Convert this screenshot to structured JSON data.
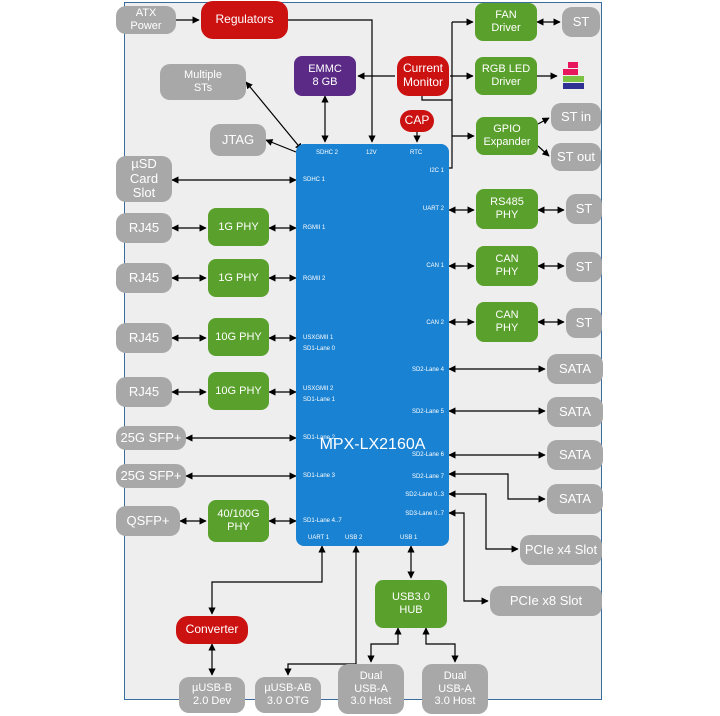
{
  "soc": {
    "name": "MPX-LX2160A",
    "pins_top": [
      "SDHC 2",
      "12V",
      "RTC"
    ],
    "pins_left": [
      "SDHC 1",
      "RGMII 1",
      "RGMII 2",
      "USXGMII 1",
      "SD1-Lane 0",
      "USXGMII 2",
      "SD1-Lane 1",
      "SD1-Lane 2",
      "SD1-Lane 3",
      "SD1-Lane 4..7"
    ],
    "pins_right": [
      "I2C 1",
      "UART 2",
      "CAN 1",
      "CAN 2",
      "SD2-Lane 4",
      "SD2-Lane 5",
      "SD2-Lane 6",
      "SD2-Lane 7",
      "SD2-Lane 0..3",
      "SD3-Lane 0..7"
    ],
    "pins_bottom": [
      "UART 1",
      "USB 2",
      "USB 1"
    ]
  },
  "blocks": {
    "atx_power": "ATX\nPower",
    "regulators": "Regulators",
    "fan_driver": "FAN\nDriver",
    "fan_st": "ST",
    "emmc": "EMMC\n8 GB",
    "current_monitor": "Current\nMonitor",
    "rgb_led_driver": "RGB LED\nDriver",
    "multiple_sts": "Multiple\nSTs",
    "cap": "CAP",
    "gpio_expander": "GPIO\nExpander",
    "st_in": "ST in",
    "st_out": "ST out",
    "jtag": "JTAG",
    "usd_card_slot": "µSD\nCard\nSlot",
    "rj45_1": "RJ45",
    "phy_1g_1": "1G PHY",
    "rj45_2": "RJ45",
    "phy_1g_2": "1G PHY",
    "rj45_3": "RJ45",
    "phy_10g_1": "10G PHY",
    "rj45_4": "RJ45",
    "phy_10g_2": "10G PHY",
    "sfp_1": "25G SFP+",
    "sfp_2": "25G SFP+",
    "qsfp": "QSFP+",
    "phy_40_100g": "40/100G\nPHY",
    "rs485_phy": "RS485\nPHY",
    "rs485_st": "ST",
    "can_phy_1": "CAN\nPHY",
    "can_st_1": "ST",
    "can_phy_2": "CAN\nPHY",
    "can_st_2": "ST",
    "sata_1": "SATA",
    "sata_2": "SATA",
    "sata_3": "SATA",
    "sata_4": "SATA",
    "pcie_x4": "PCIe x4 Slot",
    "pcie_x8": "PCIe x8 Slot",
    "usb3_hub": "USB3.0\nHUB",
    "converter": "Converter",
    "usb_b": "µUSB-B\n2.0 Dev",
    "usb_ab": "µUSB-AB\n3.0 OTG",
    "usb_a_1": "Dual\nUSB-A\n3.0 Host",
    "usb_a_2": "Dual\nUSB-A\n3.0 Host"
  },
  "colors": {
    "soc": "#1a82d2",
    "phy_green": "#5aa02c",
    "power_red": "#cc1111",
    "memory_purple": "#5b2a86",
    "external_gray": "#a8a8a8",
    "board_bg": "#eeeeee",
    "board_border": "#3a6d9e",
    "led_colors": [
      "#e8175d",
      "#7cc242",
      "#2e3192"
    ]
  }
}
